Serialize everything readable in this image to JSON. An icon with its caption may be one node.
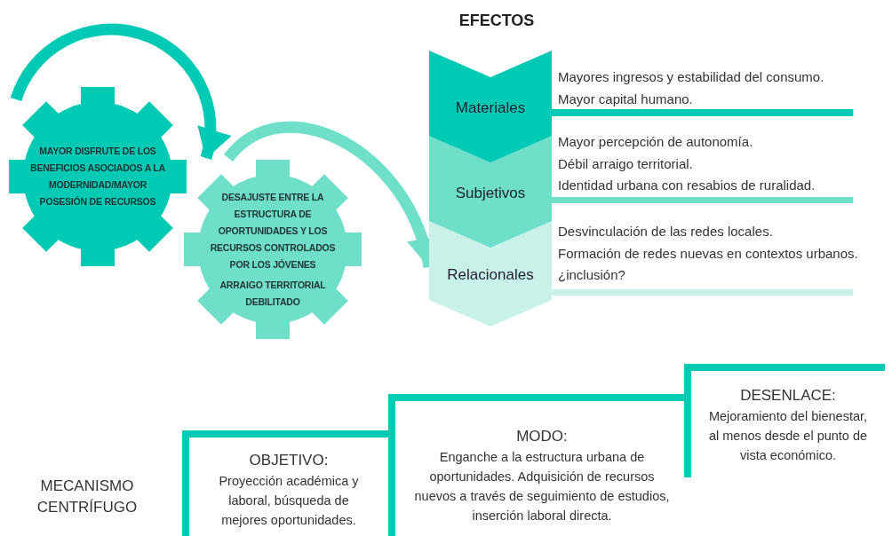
{
  "diagram": {
    "nodes": [
      {
        "text": [
          "MAYOR DISFRUTE DE LOS BENEFICIOS ASOCIADOS A LA MODERNIDAD/MAYOR POSESIÓN DE RECURSOS"
        ]
      },
      {
        "text": [
          "DESAJUSTE ENTRE LA ESTRUCTURA DE OPORTUNIDADES Y LOS RECURSOS CONTROLADOS POR LOS JÓVENES",
          "ARRAIGO TERRITORIAL DEBILITADO"
        ]
      },
      {
        "text": [
          "Materiales"
        ],
        "beside": [
          "Mayores ingresos y estabilidad del consumo.",
          "Mayor capital humano."
        ]
      },
      {
        "text": [
          "Subjetivos"
        ],
        "beside": [
          "Mayor percepción de autonomía.",
          "Débil arraigo territorial.",
          "Identidad urbana con resabios de ruralidad."
        ]
      },
      {
        "text": [
          "Relacionales"
        ],
        "beside": [
          "Desvinculación de las redes locales.",
          "Formación de redes nuevas en contextos urbanos.",
          "¿inclusión?"
        ]
      },
      {
        "text": [
          "OBJETIVO:",
          "Proyección académica y laboral, búsqueda de mejores oportunidades."
        ]
      },
      {
        "text": [
          "MODO:",
          "Enganche a la estructura urbana de oportunidades. Adquisición de recursos nuevos a través de seguimiento de estudios, inserción laboral directa."
        ]
      },
      {
        "text": [
          "DESENLACE:",
          "Mejoramiento del bienestar, al menos desde el punto de vista económico."
        ]
      }
    ],
    "edges": [
      {
        "from": 0,
        "to": 1,
        "arrow": "to"
      },
      {
        "from": 1,
        "to": 4,
        "arrow": "to",
        "color": "#6fdfca"
      }
    ],
    "labels": [
      "EFECTOS",
      "MECANISMO CENTRÍFUGO"
    ]
  }
}
